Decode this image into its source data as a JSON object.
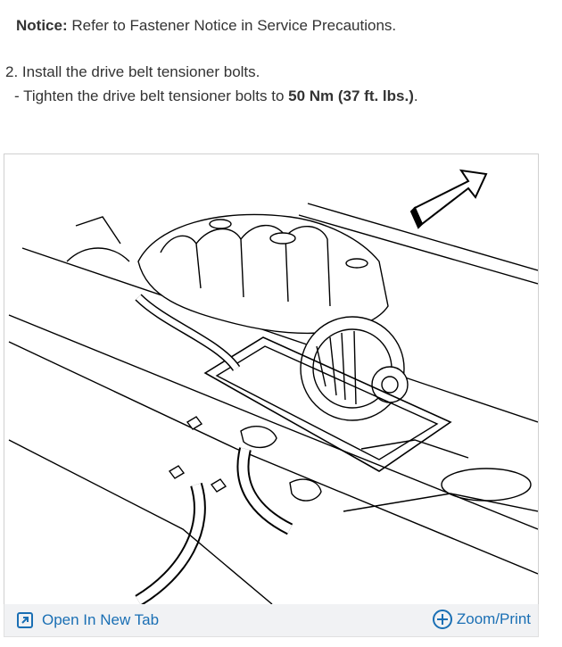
{
  "notice": {
    "label": "Notice:",
    "text": " Refer to Fastener Notice in Service Precautions."
  },
  "step": {
    "text": "2. Install the drive belt tensioner bolts."
  },
  "sub": {
    "prefix": "-  Tighten the drive belt tensioner bolts to ",
    "value": "50 Nm (37 ft. lbs.)",
    "suffix": "."
  },
  "footer": {
    "open_tab": "Open In New Tab",
    "zoom_print": "Zoom/Print"
  },
  "icons": {
    "open_tab": "open-new-tab-icon",
    "zoom": "zoom-plus-icon"
  },
  "colors": {
    "link": "#1a6fb4",
    "footer_bg": "#f1f2f4"
  }
}
